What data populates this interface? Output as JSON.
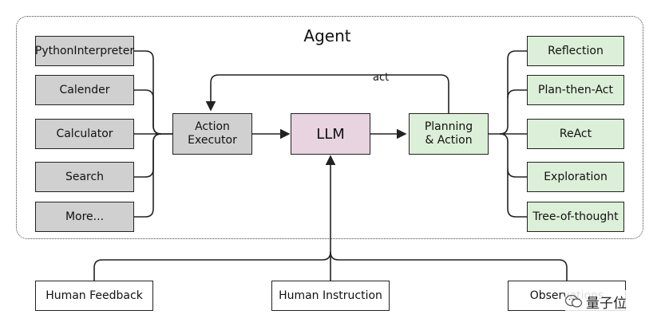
{
  "agent": {
    "title": "Agent"
  },
  "tools": [
    {
      "label": "PythonInterpreter"
    },
    {
      "label": "Calender"
    },
    {
      "label": "Calculator"
    },
    {
      "label": "Search"
    },
    {
      "label": "More..."
    }
  ],
  "executor": {
    "label_line1": "Action",
    "label_line2": "Executor"
  },
  "llm": {
    "label": "LLM"
  },
  "planner": {
    "label_line1": "Planning",
    "label_line2": "& Action"
  },
  "act_label": "act",
  "strategies": [
    {
      "label": "Reflection"
    },
    {
      "label": "Plan-then-Act"
    },
    {
      "label": "ReAct"
    },
    {
      "label": "Exploration"
    },
    {
      "label": "Tree-of-thought"
    }
  ],
  "inputs": [
    {
      "label": "Human Feedback"
    },
    {
      "label": "Human Instruction"
    },
    {
      "label": "Observations"
    }
  ],
  "watermark": {
    "text": "量子位",
    "icon": "wechat-icon"
  }
}
